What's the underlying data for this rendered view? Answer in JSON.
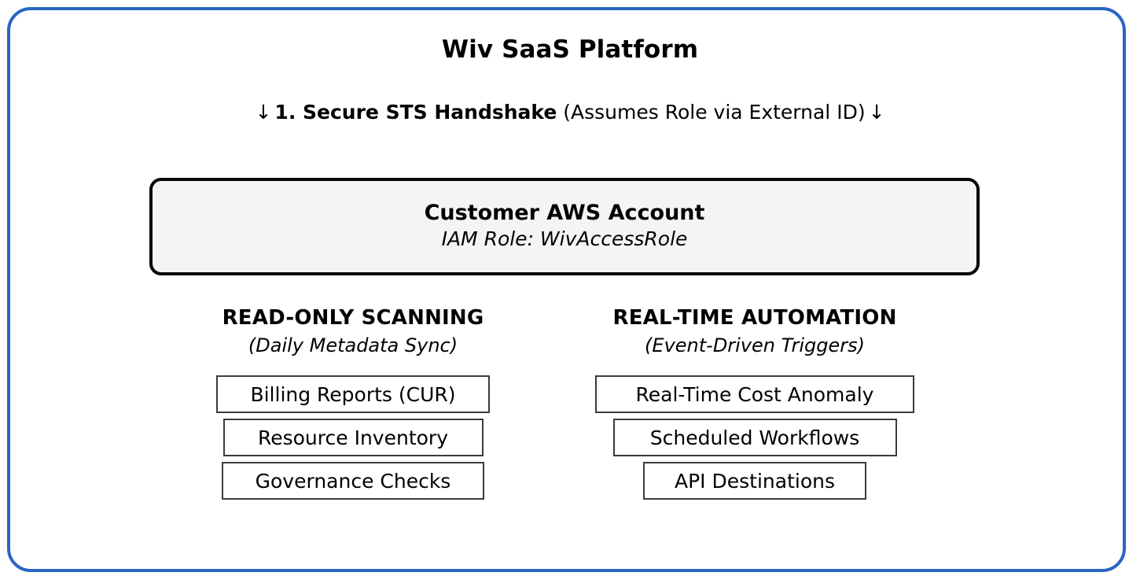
{
  "platform": {
    "title": "Wiv SaaS Platform",
    "border_color": "#2a65c3"
  },
  "handshake": {
    "arrow_left": "↓",
    "arrow_right": "↓",
    "step_label": "1. Secure STS Handshake",
    "step_note": "(Assumes Role via External ID)"
  },
  "account_box": {
    "title": "Customer AWS Account",
    "role": "IAM Role: WivAccessRole",
    "fill_color": "#f4f4f4",
    "border_color": "#050505"
  },
  "columns": [
    {
      "title": "READ-ONLY SCANNING",
      "subtitle": "(Daily Metadata Sync)",
      "items": [
        "Billing Reports (CUR)",
        "Resource Inventory",
        "Governance Checks"
      ]
    },
    {
      "title": "REAL-TIME AUTOMATION",
      "subtitle": "(Event-Driven Triggers)",
      "items": [
        "Real-Time Cost Anomaly",
        "Scheduled Workflows",
        "API Destinations"
      ]
    }
  ]
}
